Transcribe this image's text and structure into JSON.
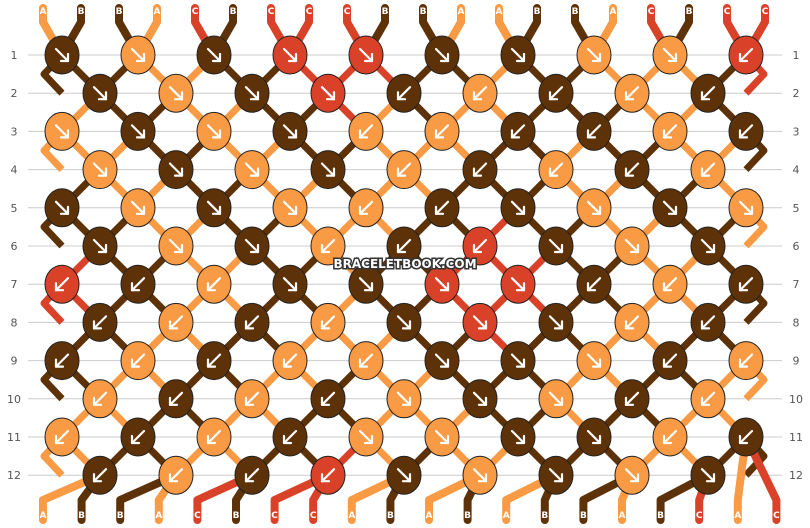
{
  "colors": {
    "A": "#f99a45",
    "B": "#5e3208",
    "C": "#d94129",
    "line": "#cccccc"
  },
  "watermark": "BRACELETBOOK.COM",
  "row_labels": [
    "1",
    "2",
    "3",
    "4",
    "5",
    "6",
    "7",
    "8",
    "9",
    "10",
    "11",
    "12"
  ],
  "top_strands": [
    "A",
    "B",
    "B",
    "A",
    "C",
    "B",
    "C",
    "C",
    "C",
    "B",
    "B",
    "A",
    "A",
    "B",
    "B",
    "A",
    "C",
    "B",
    "C",
    "C"
  ],
  "bottom_strands": [
    "A",
    "B",
    "B",
    "A",
    "C",
    "B",
    "C",
    "C",
    "A",
    "B",
    "A",
    "B",
    "A",
    "B",
    "B",
    "A",
    "B",
    "C",
    "A",
    "C"
  ],
  "knots": [
    [
      "B",
      "A",
      "B",
      "C",
      "C",
      "B",
      "B",
      "A",
      "A",
      "C"
    ],
    [
      "B",
      "A",
      "B",
      "C",
      "B",
      "A",
      "B",
      "A",
      "B"
    ],
    [
      "A",
      "B",
      "A",
      "B",
      "A",
      "A",
      "B",
      "B",
      "A",
      "B"
    ],
    [
      "A",
      "B",
      "A",
      "B",
      "A",
      "B",
      "A",
      "B",
      "A"
    ],
    [
      "B",
      "A",
      "B",
      "A",
      "A",
      "B",
      "B",
      "A",
      "B",
      "A"
    ],
    [
      "B",
      "A",
      "B",
      "A",
      "B",
      "C",
      "B",
      "A",
      "B"
    ],
    [
      "C",
      "B",
      "A",
      "B",
      "B",
      "C",
      "C",
      "B",
      "A",
      "B"
    ],
    [
      "B",
      "A",
      "B",
      "A",
      "B",
      "C",
      "B",
      "A",
      "B"
    ],
    [
      "B",
      "A",
      "B",
      "A",
      "A",
      "B",
      "B",
      "A",
      "B",
      "A"
    ],
    [
      "A",
      "B",
      "A",
      "B",
      "A",
      "B",
      "A",
      "B",
      "A"
    ],
    [
      "A",
      "B",
      "A",
      "B",
      "A",
      "A",
      "B",
      "B",
      "A",
      "B"
    ],
    [
      "B",
      "A",
      "B",
      "C",
      "B",
      "A",
      "B",
      "A",
      "B"
    ]
  ],
  "arrows": [
    [
      "dr",
      "dr",
      "dr",
      "dr",
      "dr",
      "dr",
      "dr",
      "dr",
      "dr",
      "dl"
    ],
    [
      "dr",
      "dr",
      "dr",
      "dr",
      "dl",
      "dl",
      "dl",
      "dl",
      "dl"
    ],
    [
      "dr",
      "dr",
      "dr",
      "dr",
      "dl",
      "dl",
      "dl",
      "dl",
      "dl",
      "dl"
    ],
    [
      "dr",
      "dr",
      "dr",
      "dr",
      "dl",
      "dl",
      "dl",
      "dl",
      "dl"
    ],
    [
      "dr",
      "dr",
      "dr",
      "dr",
      "dl",
      "dl",
      "dr",
      "dr",
      "dr",
      "dr"
    ],
    [
      "dr",
      "dr",
      "dr",
      "dl",
      "dl",
      "dl",
      "dr",
      "dr",
      "dr"
    ],
    [
      "dl",
      "dl",
      "dl",
      "dr",
      "dr",
      "dr",
      "dr",
      "dl",
      "dl",
      "dl"
    ],
    [
      "dl",
      "dl",
      "dl",
      "dl",
      "dr",
      "dr",
      "dr",
      "dl",
      "dl"
    ],
    [
      "dl",
      "dl",
      "dl",
      "dl",
      "dl",
      "dr",
      "dr",
      "dr",
      "dl",
      "dl"
    ],
    [
      "dl",
      "dl",
      "dl",
      "dl",
      "dr",
      "dr",
      "dr",
      "dl",
      "dl"
    ],
    [
      "dl",
      "dl",
      "dl",
      "dl",
      "dr",
      "dr",
      "dr",
      "dr",
      "dl",
      "dl"
    ],
    [
      "dl",
      "dl",
      "dl",
      "dl",
      "dr",
      "dr",
      "dr",
      "dr",
      "dr"
    ]
  ]
}
